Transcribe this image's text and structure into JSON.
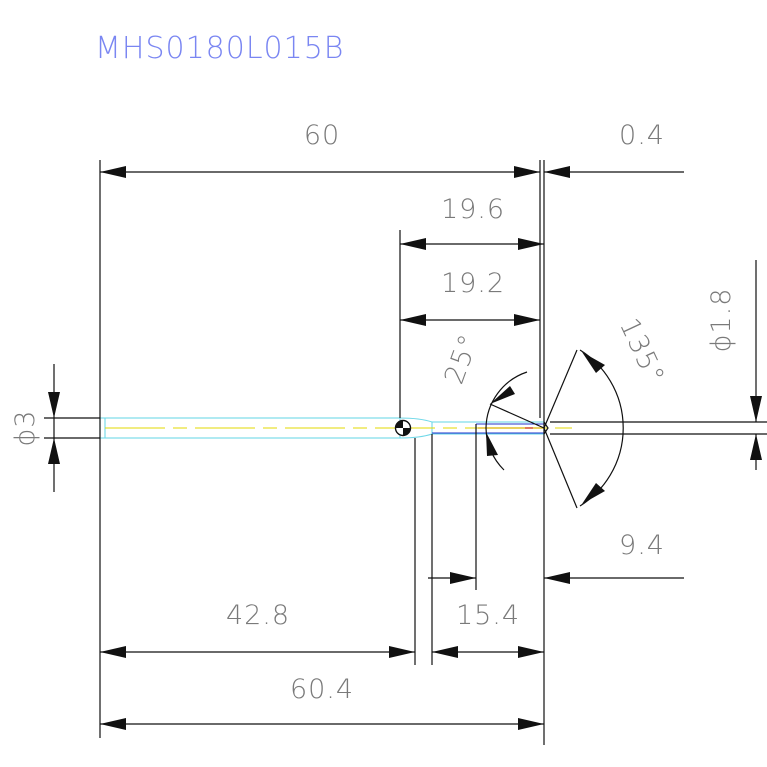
{
  "title": "MHS0180L015B",
  "dimensions": {
    "overall_top": "60",
    "tip_offset": "0.4",
    "flute_outer": "19.6",
    "flute_inner": "19.2",
    "shank_dia": "ϕ3",
    "tip_dia": "ϕ1.8",
    "point_angle": "135°",
    "helix_angle": "25°",
    "relief_len": "9.4",
    "body_len": "42.8",
    "neck_len": "15.4",
    "overall_len": "60.4"
  },
  "colors": {
    "title": "#7a86f2",
    "dimension_text": "#7a7a7a",
    "outline": "#111111",
    "shank_outline": "#6fd8e8",
    "center_line": "#e3d800",
    "flute_edge": "#2233cc",
    "cutting_edge": "#cc2a00"
  }
}
